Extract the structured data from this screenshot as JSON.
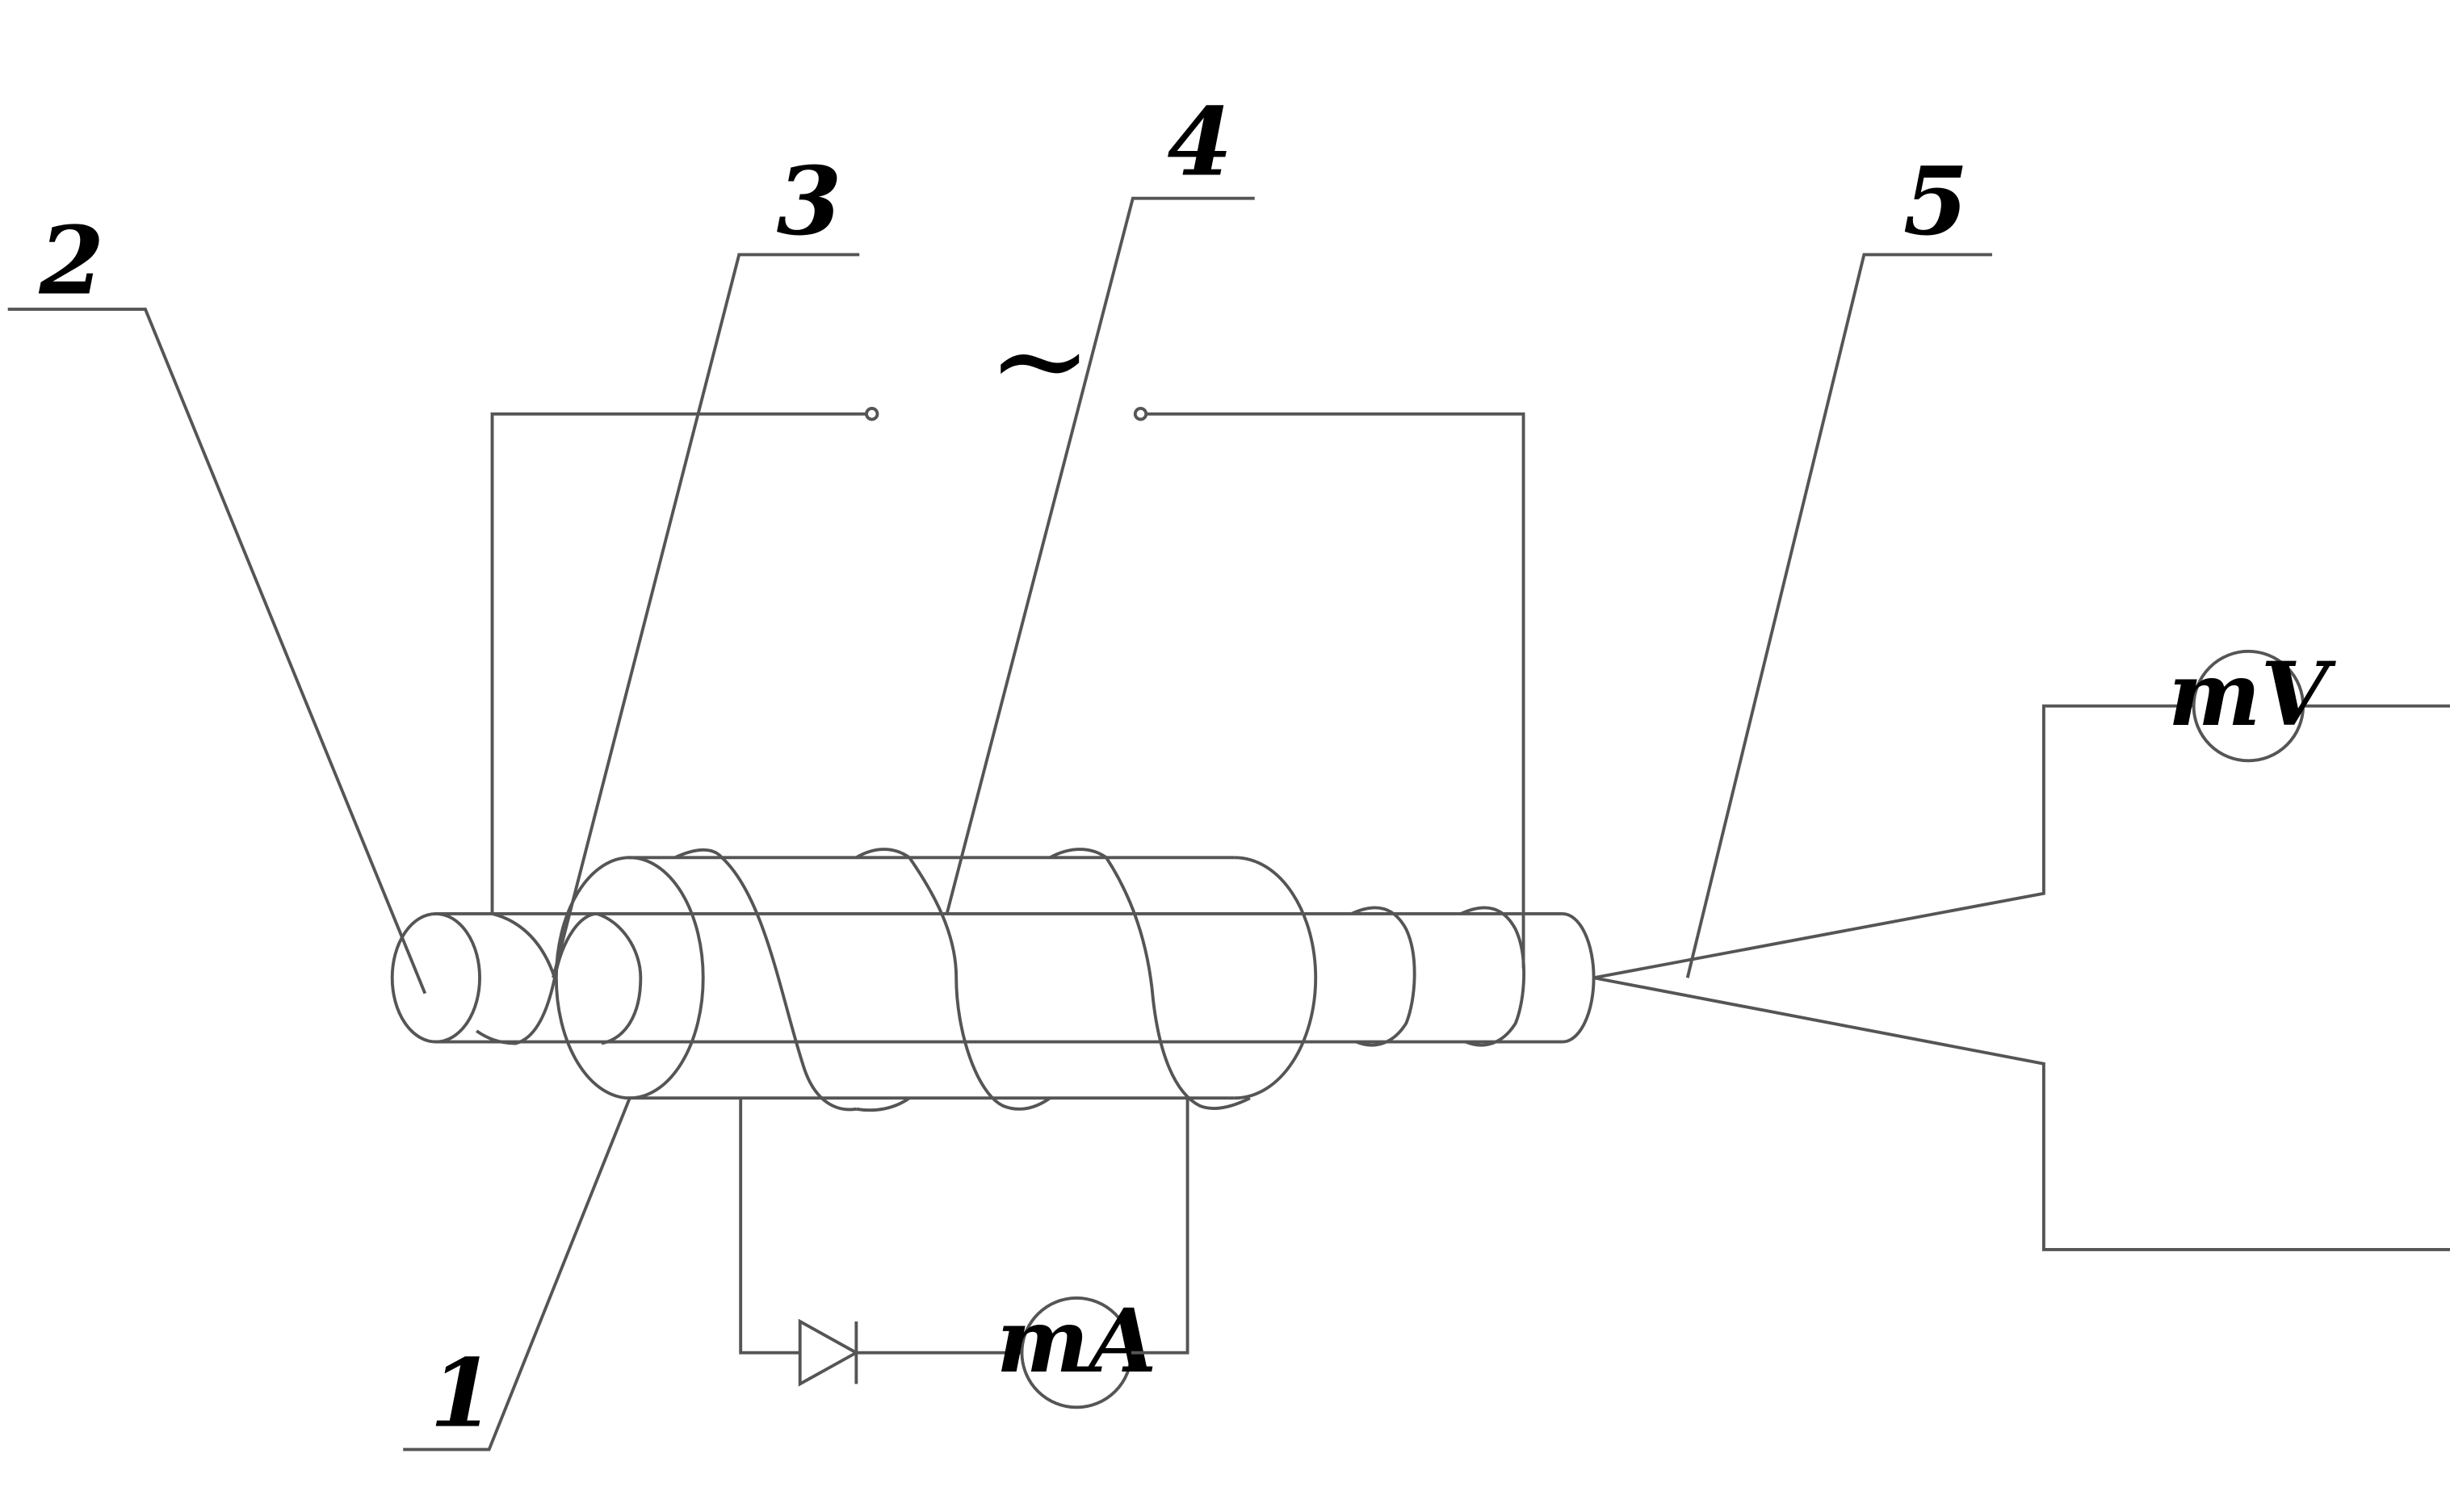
{
  "callouts": [
    {
      "id": "1",
      "text": "1"
    },
    {
      "id": "2",
      "text": "2"
    },
    {
      "id": "3",
      "text": "3"
    },
    {
      "id": "4",
      "text": "4"
    },
    {
      "id": "5",
      "text": "5"
    }
  ],
  "ac_source": {
    "symbol": "~"
  },
  "meters": {
    "voltmeter": {
      "text": "mV"
    },
    "ammeter": {
      "text": "mA"
    }
  }
}
